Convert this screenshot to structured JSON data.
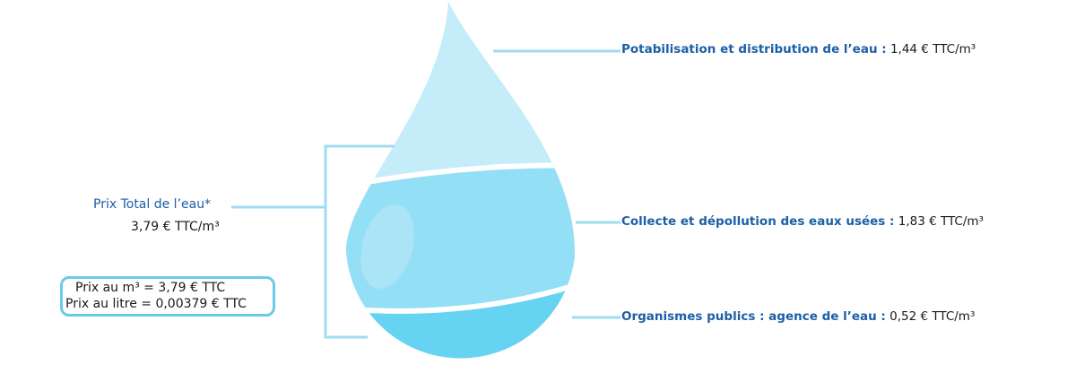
{
  "total": {
    "title": "Prix Total de l’eau*",
    "value": "3,79 € TTC/m³"
  },
  "price_box": {
    "per_m3": "Prix au m³ = 3,79 € TTC",
    "per_litre": "Prix au litre = 0,00379 € TTC"
  },
  "segments": [
    {
      "label": "Potabilisation et distribution de l’eau :",
      "value": "1,44 € TTC/m³",
      "color": "#c4ecf9"
    },
    {
      "label": "Collecte et dépollution des eaux usées :",
      "value": "1,83 € TTC/m³",
      "color": "#93dff5"
    },
    {
      "label": "Organismes publics : agence de l’eau :",
      "value": "0,52 € TTC/m³",
      "color": "#66d3f2"
    }
  ]
}
